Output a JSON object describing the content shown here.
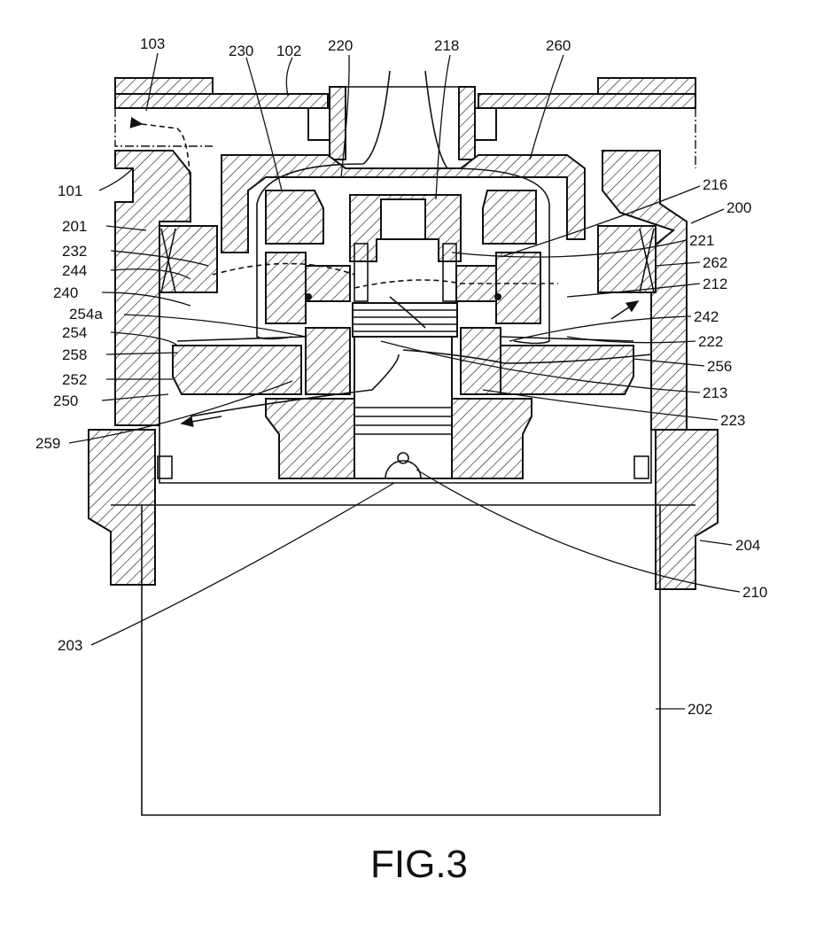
{
  "figure": {
    "caption": "FIG.3",
    "labels": {
      "l103": "103",
      "l102": "102",
      "l230": "230",
      "l220": "220",
      "l218": "218",
      "l260": "260",
      "l216": "216",
      "l200": "200",
      "l101": "101",
      "l201": "201",
      "l232": "232",
      "l244": "244",
      "l240": "240",
      "l254a": "254a",
      "l254": "254",
      "l258": "258",
      "l252": "252",
      "l250": "250",
      "l259": "259",
      "l221": "221",
      "l262": "262",
      "l212": "212",
      "l242": "242",
      "l222": "222",
      "l256": "256",
      "l213": "213",
      "l223": "223",
      "l204": "204",
      "l210": "210",
      "l203": "203",
      "l202": "202"
    }
  }
}
